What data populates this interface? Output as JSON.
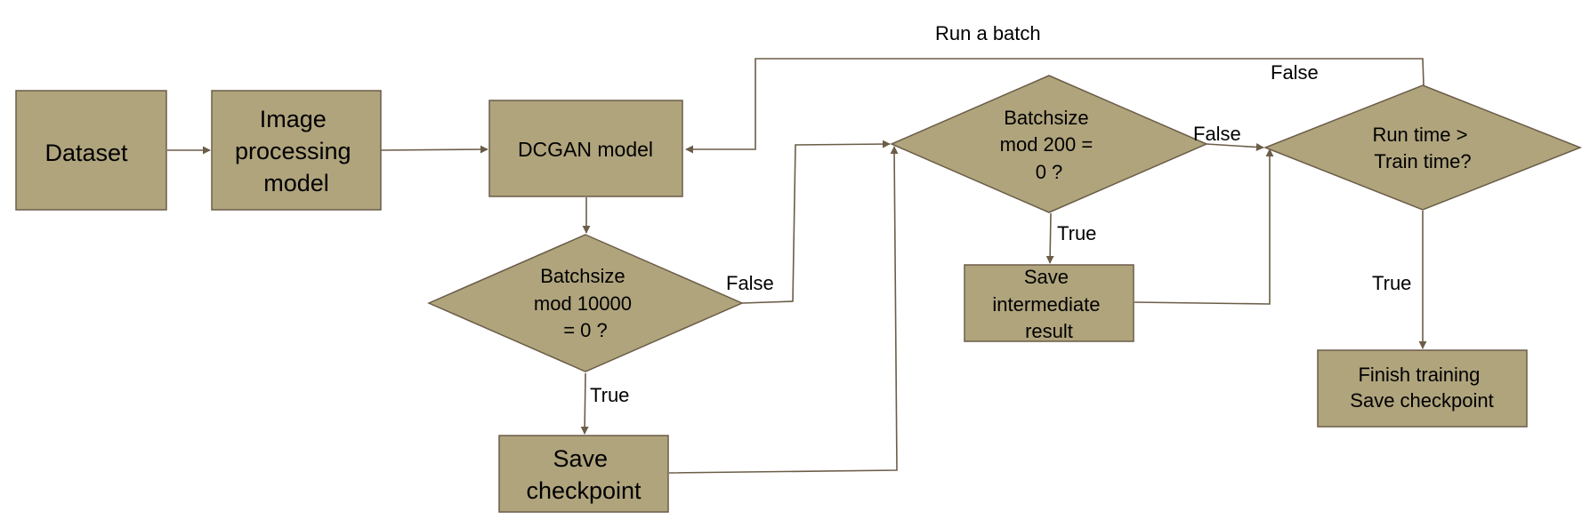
{
  "diagram": {
    "colors": {
      "node_fill": "#b0a47d",
      "node_stroke": "#6b5d48",
      "edge": "#6b5d48",
      "text": "#000000"
    },
    "nodes": {
      "dataset": "Dataset",
      "image_processing": [
        "Image",
        "processing",
        "model"
      ],
      "dcgan": "DCGAN model",
      "decision_mod10000": [
        "Batchsize",
        "mod 10000",
        "= 0 ?"
      ],
      "save_checkpoint": [
        "Save",
        "checkpoint"
      ],
      "decision_mod200": [
        "Batchsize",
        "mod 200 =",
        "0 ?"
      ],
      "save_intermediate": [
        "Save",
        "intermediate",
        "result"
      ],
      "decision_runtime": [
        "Run time >",
        "Train time?"
      ],
      "finish": [
        "Finish training",
        "Save checkpoint"
      ]
    },
    "edge_labels": {
      "run_a_batch": "Run a batch",
      "runtime_false": "False",
      "mod200_false": "False",
      "mod200_true": "True",
      "runtime_true": "True",
      "mod10000_false": "False",
      "mod10000_true": "True"
    }
  }
}
